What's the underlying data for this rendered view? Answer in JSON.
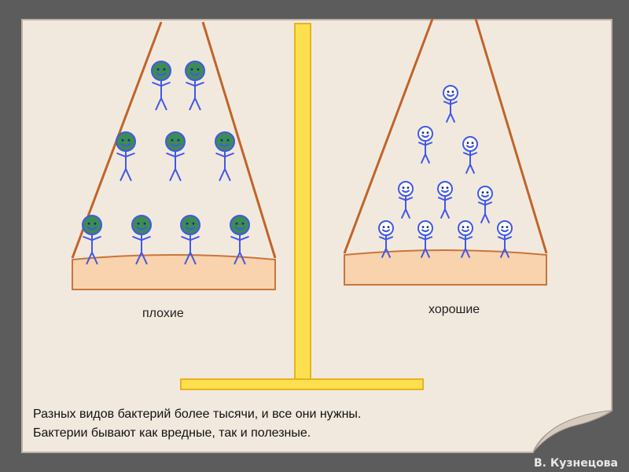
{
  "labels": {
    "bad": "плохие",
    "good": "хорошие"
  },
  "caption": {
    "line1": "Разных видов бактерий более тысячи, и все они нужны.",
    "line2": "Бактерии бывают как вредные,  так и полезные."
  },
  "author": "В. Кузнецова",
  "colors": {
    "background": "#5c5c5c",
    "paper": "#f2e9de",
    "pan": "#f8d3ad",
    "pan_edge": "#c9753a",
    "rope": "#c0642a",
    "stand": "#fde04f",
    "stand_edge": "#e9b21c",
    "bad_head": "#3d8b55",
    "good_head": "#ffffff",
    "figure": "#4059e6"
  },
  "figures": {
    "bad_count": 9,
    "good_count": 10
  }
}
